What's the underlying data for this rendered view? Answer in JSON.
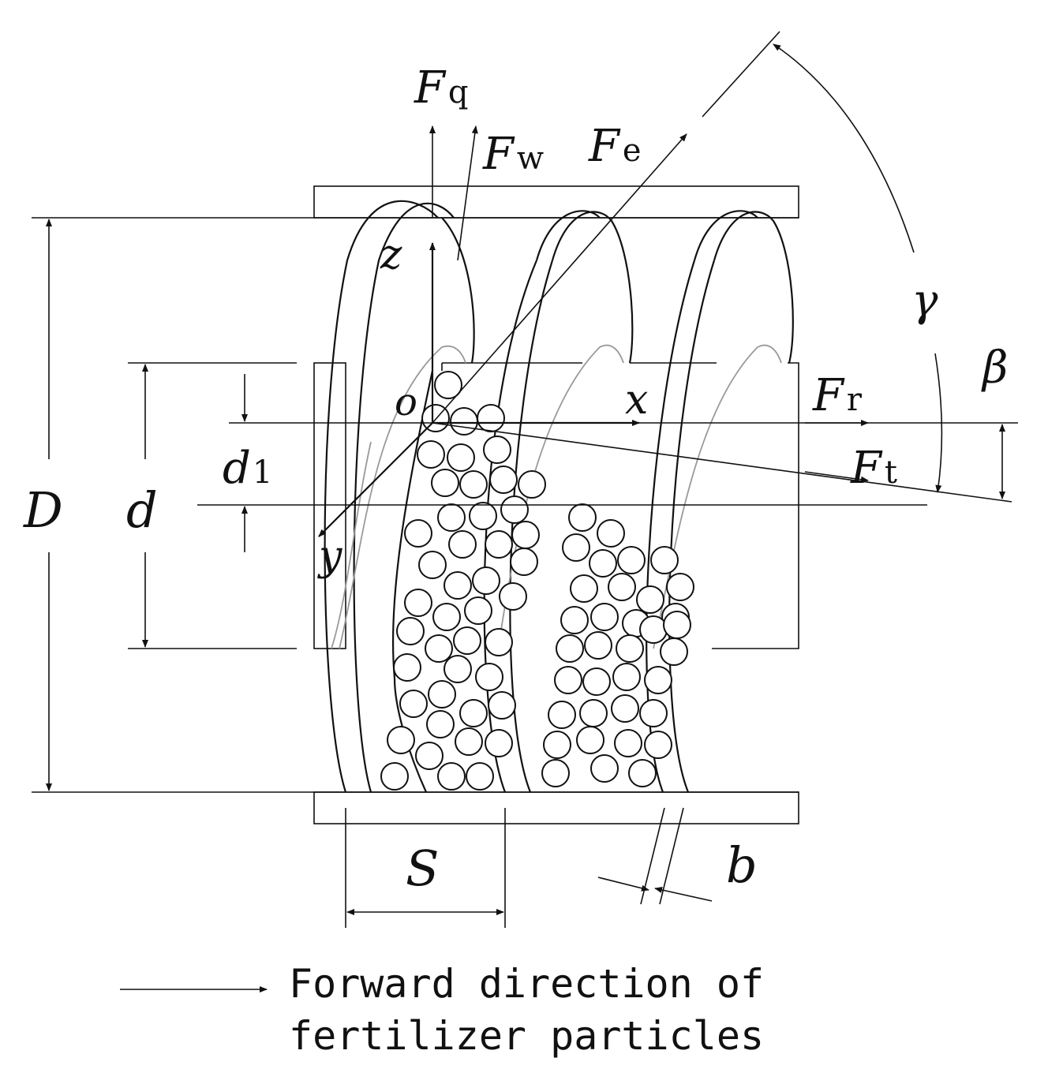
{
  "labels": {
    "Fq": {
      "main": "F",
      "sub": "q"
    },
    "Fw": {
      "main": "F",
      "sub": "w"
    },
    "Fe": {
      "main": "F",
      "sub": "e"
    },
    "Fr": {
      "main": "F",
      "sub": "r"
    },
    "Ft": {
      "main": "F",
      "sub": "t"
    },
    "z": "z",
    "x": "x",
    "y": "y",
    "o": "o",
    "gamma": "γ",
    "beta": "β",
    "D": "D",
    "d": "d",
    "d1": {
      "main": "d",
      "sub": "1"
    },
    "S": "S",
    "b": "b"
  },
  "caption": {
    "line1": "Forward direction of",
    "line2": "fertilizer particles"
  },
  "colors": {
    "ink": "#111111",
    "helix_inner": "#9a9a9a"
  }
}
